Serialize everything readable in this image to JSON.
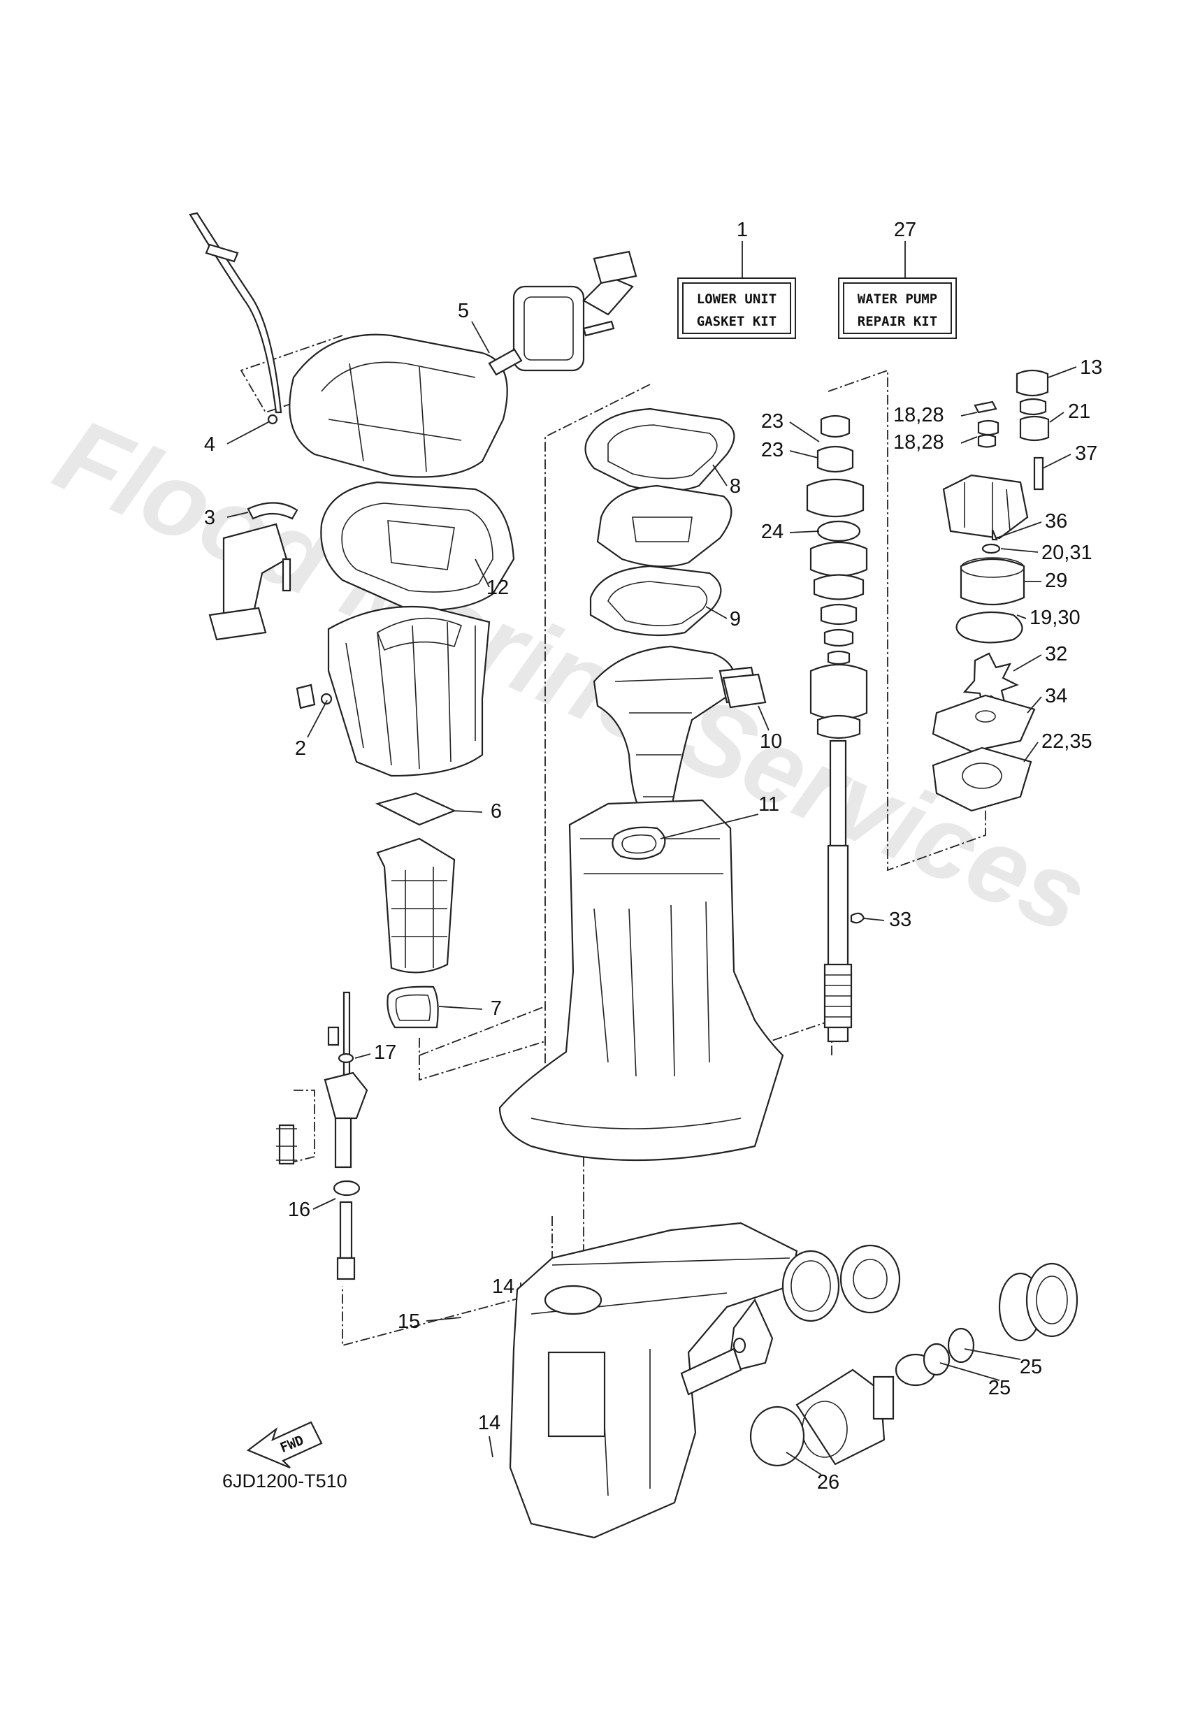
{
  "watermark": "Flood Marine Services",
  "diagram_code": "6JD1200-T510",
  "fwd_arrow": "FWD",
  "kits": [
    {
      "ref": "1",
      "line1": "LOWER UNIT",
      "line2": "GASKET KIT"
    },
    {
      "ref": "27",
      "line1": "WATER PUMP",
      "line2": "REPAIR KIT"
    }
  ],
  "callouts": [
    "2",
    "3",
    "4",
    "5",
    "6",
    "7",
    "8",
    "9",
    "10",
    "11",
    "12",
    "13",
    "14",
    "14",
    "15",
    "16",
    "17",
    "18,28",
    "18,28",
    "19,30",
    "20,31",
    "21",
    "22,35",
    "23",
    "23",
    "24",
    "25",
    "25",
    "26",
    "29",
    "32",
    "33",
    "34",
    "36",
    "37"
  ]
}
